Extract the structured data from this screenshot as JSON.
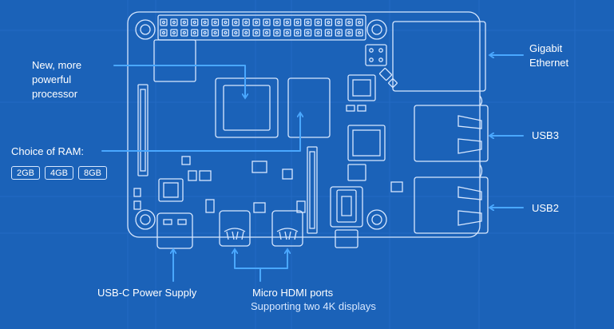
{
  "labels": {
    "processor": [
      "New, more",
      "powerful",
      "processor"
    ],
    "ram_title": "Choice of RAM:",
    "ram_options": [
      "2GB",
      "4GB",
      "8GB"
    ],
    "ethernet": [
      "Gigabit",
      "Ethernet"
    ],
    "usb3": "USB3",
    "usb2": "USB2",
    "power": "USB-C Power Supply",
    "hdmi_title": "Micro HDMI ports",
    "hdmi_sub": "Supporting two 4K displays"
  },
  "colors": {
    "background": "#1b62b8",
    "line": "#d8e8ff",
    "arrow": "#4aa8ff",
    "text": "#ffffff"
  }
}
